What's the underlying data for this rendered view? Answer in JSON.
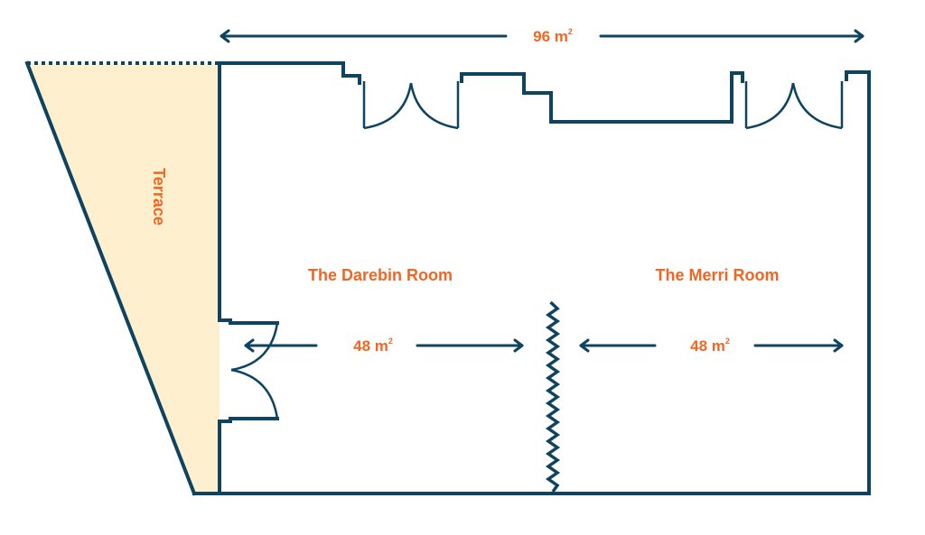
{
  "title": "Floor plan",
  "colors": {
    "wall": "#0e4460",
    "label": "#f26522",
    "terrace_fill": "#fef0cf",
    "background": "#ffffff"
  },
  "total_area": {
    "value": "96 m",
    "superscript": "2"
  },
  "terrace": {
    "label": "Terrace"
  },
  "rooms": [
    {
      "name": "The Darebin Room",
      "area_value": "48 m",
      "area_superscript": "2"
    },
    {
      "name": "The Merri Room",
      "area_value": "48 m",
      "area_superscript": "2"
    }
  ],
  "partition": {
    "type": "operable-wall"
  }
}
